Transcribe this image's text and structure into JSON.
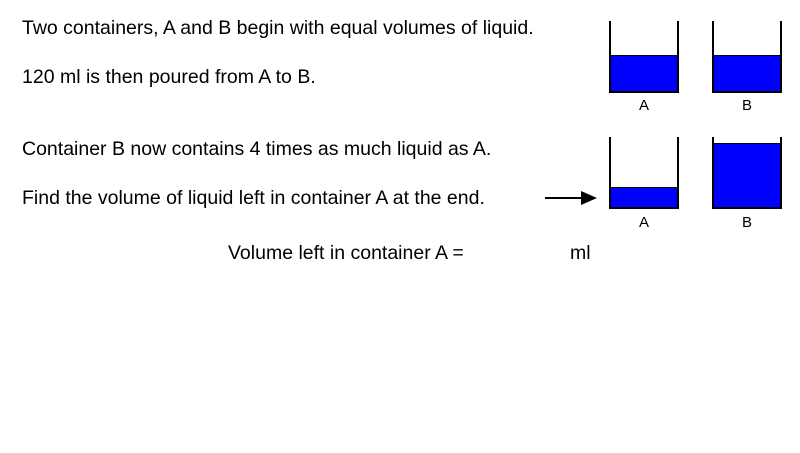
{
  "text": {
    "line1": "Two containers, A and B begin with equal volumes of liquid.",
    "line2": "120 ml is then poured from A to B.",
    "line3": "Container B now contains 4 times as much liquid as A.",
    "line4": "Find the volume of liquid left in container A at the end.",
    "answer_label": "Volume left in container A =",
    "answer_unit": "ml"
  },
  "containers": {
    "before": [
      {
        "label": "A",
        "fill_fraction": 0.5
      },
      {
        "label": "B",
        "fill_fraction": 0.5
      }
    ],
    "after": [
      {
        "label": "A",
        "fill_fraction": 0.27
      },
      {
        "label": "B",
        "fill_fraction": 0.9
      }
    ]
  },
  "colors": {
    "liquid": "#0000ff",
    "outline": "#000000"
  }
}
